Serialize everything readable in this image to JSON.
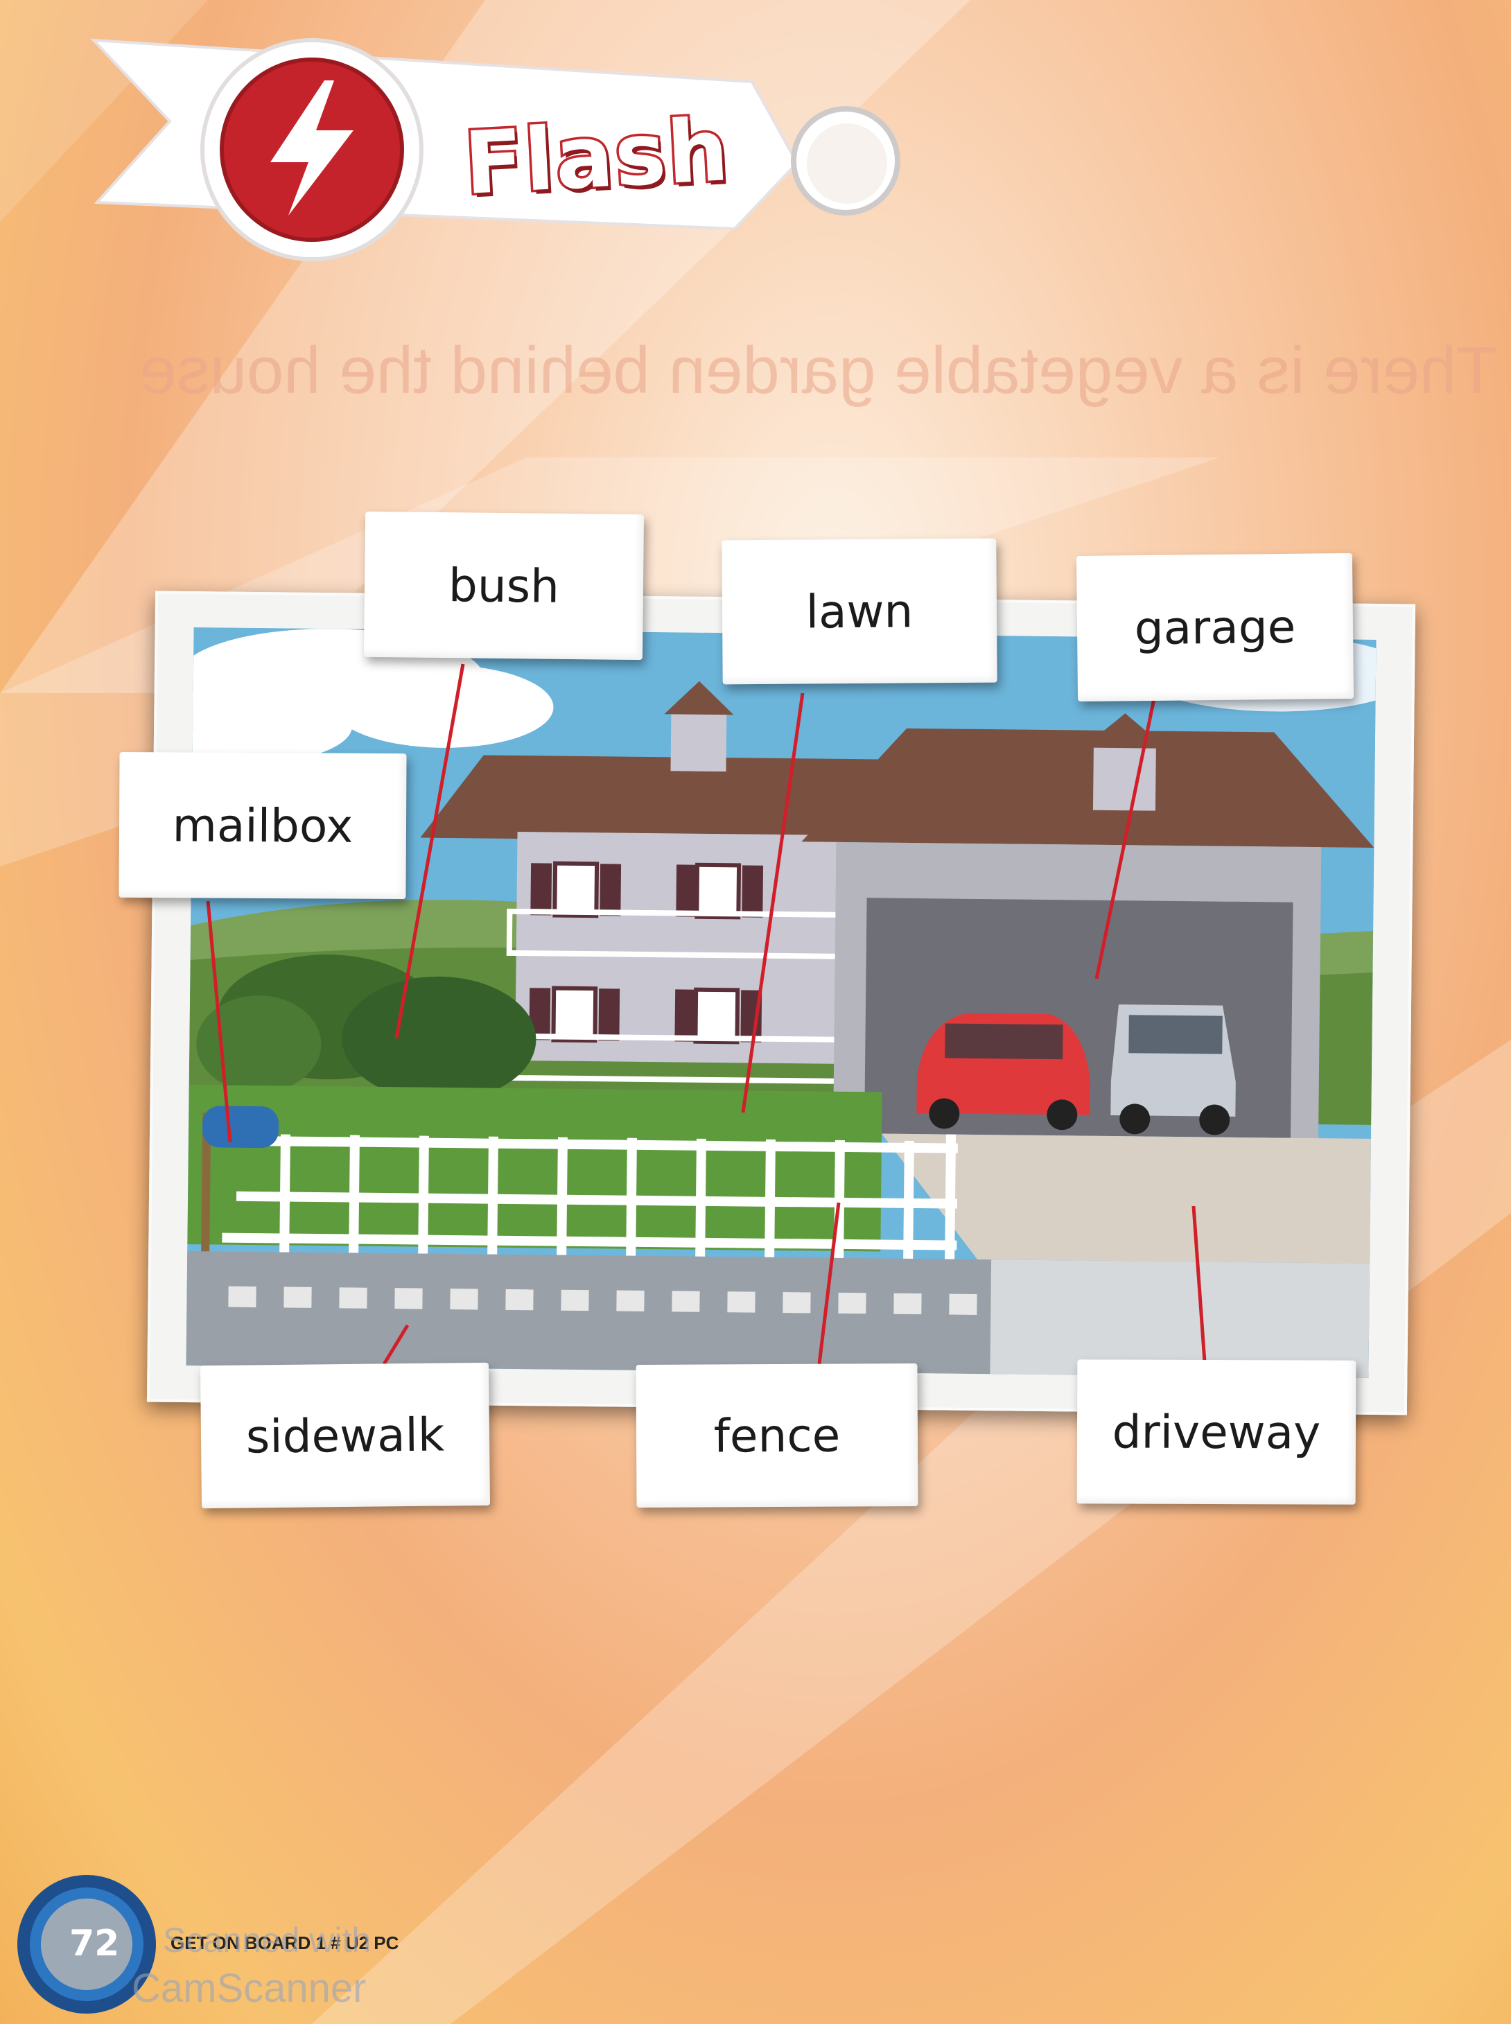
{
  "banner": {
    "title": "Flash",
    "icon": "lightning-bolt-icon"
  },
  "ghost_text": "There is a vegetable garden behind the house",
  "labels": {
    "bush": "bush",
    "lawn": "lawn",
    "garage": "garage",
    "mailbox": "mailbox",
    "sidewalk": "sidewalk",
    "fence": "fence",
    "driveway": "driveway"
  },
  "footer": {
    "page_number": "72",
    "book": "GET ON BOARD 1 # U2 PC",
    "watermark_line1": "Scanned with",
    "watermark_line2": "CamScanner"
  },
  "colors": {
    "accent_red": "#c1272d",
    "pointer_red": "#d11f2a",
    "card_white": "#ffffff"
  }
}
